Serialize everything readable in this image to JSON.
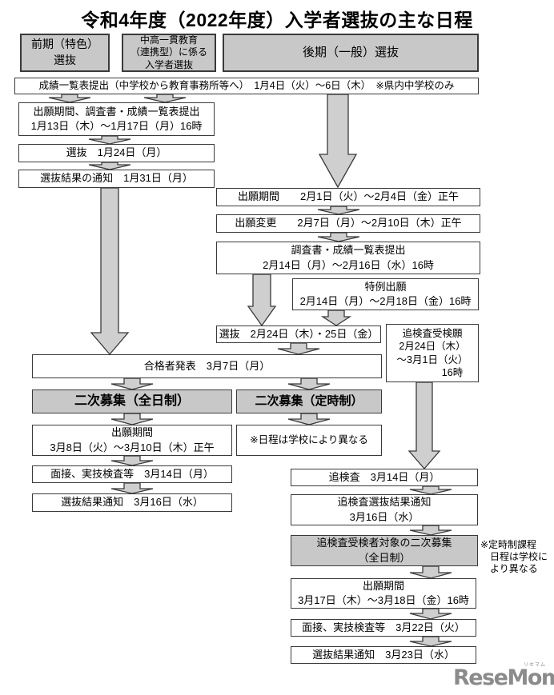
{
  "title": "令和4年度（2022年度）入学者選抜の主な日程",
  "tracks": {
    "zenki": "前期（特色）\n選抜",
    "chuko_ikkan": "中高一貫教育\n（連携型）に係る\n入学者選抜",
    "koki": "後期（一般）選抜"
  },
  "common": {
    "seiseki_teishutsu": "成績一覧表提出（中学校から教育事務所等へ）　1月4日（火）～6日（木）　※県内中学校のみ"
  },
  "zenki_flow": {
    "shutsugan": "出願期間、調査書・成績一覧表提出\n1月13日（木）～1月17日（月）16時",
    "senbatsu": "選抜　1月24日（月）",
    "kekka_tsuchi": "選抜結果の通知　1月31日（月）"
  },
  "koki_flow": {
    "shutsugan": "出願期間　　2月1日（火）～2月4日（金）正午",
    "henkou": "出願変更　　2月7日（月）～2月10日（木）正午",
    "chousasho": "調査書・成績一覧表提出\n2月14日（月）～2月16日（水）16時",
    "tokurei": "特例出願\n2月14日（月）～2月18日（金）16時",
    "senbatsu": "選抜　2月24日（木）・25日（金）",
    "tsuikensa_jukengan": "追検査受検願\n2月24日（木）\n～3月1日（火）\n　　　　16時"
  },
  "goukaku_happyou": "合格者発表　3月7日（月）",
  "niji_boshu": {
    "zennichi": {
      "title": "二次募集（全日制）",
      "shutsugan": "出願期間\n3月8日（火）～3月10日（木）正午",
      "mensetsu": "面接、実技検査等　3月14日（月）",
      "kekka": "選抜結果通知　3月16日（水）"
    },
    "teiji": {
      "title": "二次募集（定時制）",
      "note": "※日程は学校により異なる"
    }
  },
  "tsuikensa_flow": {
    "tsuikensa": "追検査　3月14日（月）",
    "kekka_tsuchi": "追検査選抜結果通知\n3月16日（水）",
    "niji_boshu": "追検査受検者対象の二次募集\n（全日制）",
    "teiji_note": "※定時制課程\n　日程は学校に\n　より異なる",
    "shutsugan": "出願期間\n3月17日（木）～3月18日（金）16時",
    "mensetsu": "面接、実技検査等　3月22日（火）",
    "kekka": "選抜結果通知　3月23日（水）"
  },
  "logo": {
    "kana": "リセマム",
    "text": "ReseMom",
    "dot": "."
  }
}
